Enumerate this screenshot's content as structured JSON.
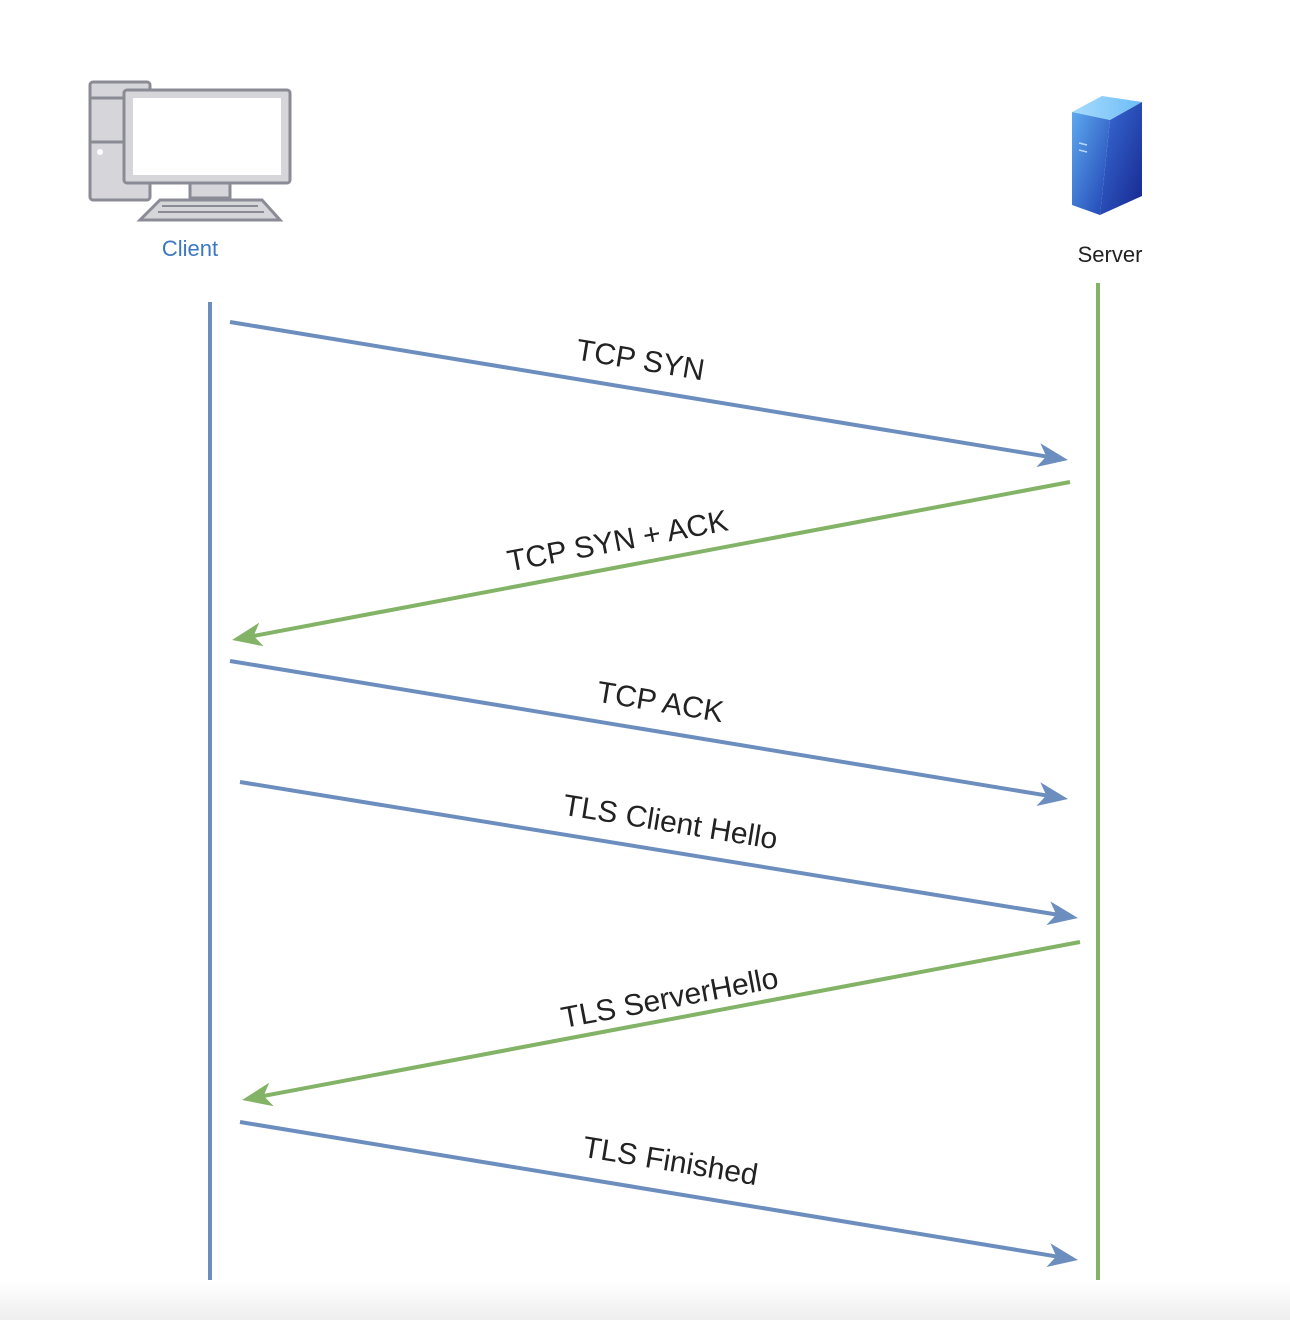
{
  "participants": {
    "client": {
      "label": "Client",
      "label_color": "#3a78c4",
      "line_color": "#6c8ebf",
      "icon": "desktop-computer-icon"
    },
    "server": {
      "label": "Server",
      "label_color": "#222222",
      "line_color": "#82b366",
      "icon": "server-tower-icon"
    }
  },
  "messages": [
    {
      "label": "TCP SYN",
      "from": "client",
      "to": "server"
    },
    {
      "label": "TCP SYN + ACK",
      "from": "server",
      "to": "client"
    },
    {
      "label": "TCP ACK",
      "from": "client",
      "to": "server"
    },
    {
      "label": "TLS Client Hello",
      "from": "client",
      "to": "server"
    },
    {
      "label": "TLS ServerHello",
      "from": "server",
      "to": "client"
    },
    {
      "label": "TLS Finished",
      "from": "client",
      "to": "server"
    }
  ],
  "colors": {
    "client_to_server": "#6c8ebf",
    "server_to_client": "#82b366",
    "message_text": "#222222"
  }
}
